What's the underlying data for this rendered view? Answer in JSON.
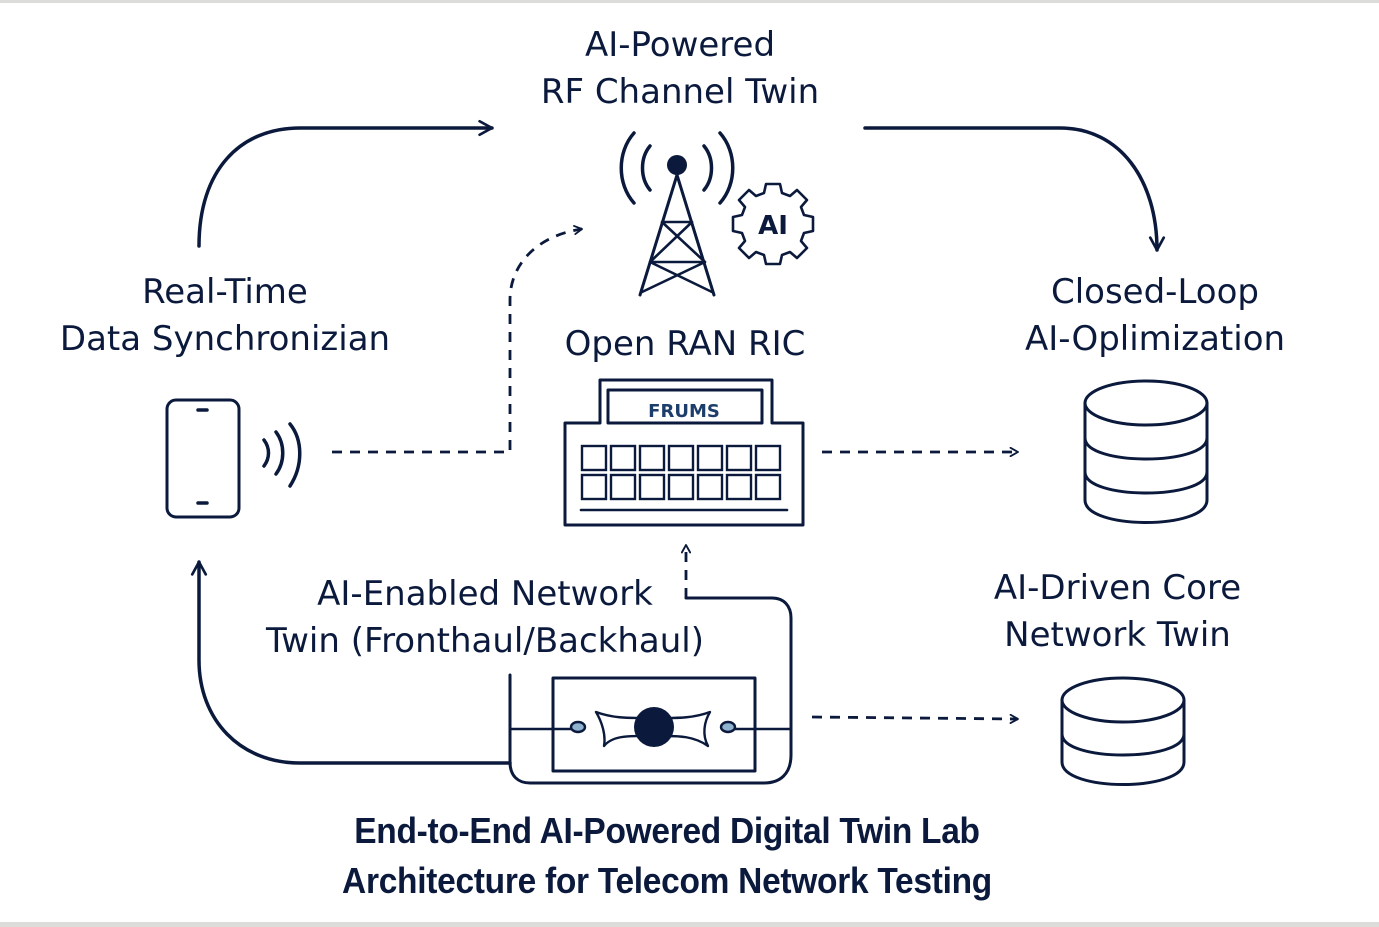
{
  "diagram": {
    "title_lines": [
      "End-to-End AI-Powered Digital Twin Lab",
      "Architecture for Telecom Network Testing"
    ],
    "nodes": {
      "rf_channel_twin": {
        "label_lines": [
          "AI-Powered",
          "RF Channel Twin"
        ],
        "icon": "cell-tower-icon",
        "badge_text": "AI",
        "badge_icon": "gear-icon"
      },
      "data_sync": {
        "label_lines": [
          "Real-Time",
          "Data Synchronizian"
        ],
        "icon": "smartphone-icon",
        "signal_icon": "wireless-signal-icon"
      },
      "ran_ric": {
        "label_lines": [
          "Open RAN RIC"
        ],
        "icon": "server-rack-icon",
        "device_label": "FRUMS"
      },
      "closed_loop": {
        "label_lines": [
          "Closed-Loop",
          "AI-Oplimization"
        ],
        "icon": "database-icon"
      },
      "network_twin": {
        "label_lines": [
          "AI-Enabled Network",
          "Twin (Fronthaul/Backhaul)"
        ],
        "icon": "network-link-icon"
      },
      "core_twin": {
        "label_lines": [
          "AI-Driven Core",
          "Network Twin"
        ],
        "icon": "database-icon"
      }
    },
    "edges": [
      {
        "from": "data_sync",
        "to": "rf_channel_twin",
        "style": "solid"
      },
      {
        "from": "rf_channel_twin",
        "to": "closed_loop",
        "style": "solid"
      },
      {
        "from": "data_sync",
        "to": "rf_channel_twin",
        "style": "dashed"
      },
      {
        "from": "ran_ric",
        "to": "closed_loop",
        "style": "dashed"
      },
      {
        "from": "network_twin",
        "to": "ran_ric",
        "style": "dashed"
      },
      {
        "from": "network_twin",
        "to": "core_twin",
        "style": "dashed"
      },
      {
        "from": "network_twin",
        "to": "data_sync",
        "style": "solid"
      }
    ],
    "colors": {
      "ink": "#0b1a3c",
      "accent": "#1d3e6b",
      "node_fill_light": "#8fb2cf",
      "background": "#ffffff"
    }
  }
}
